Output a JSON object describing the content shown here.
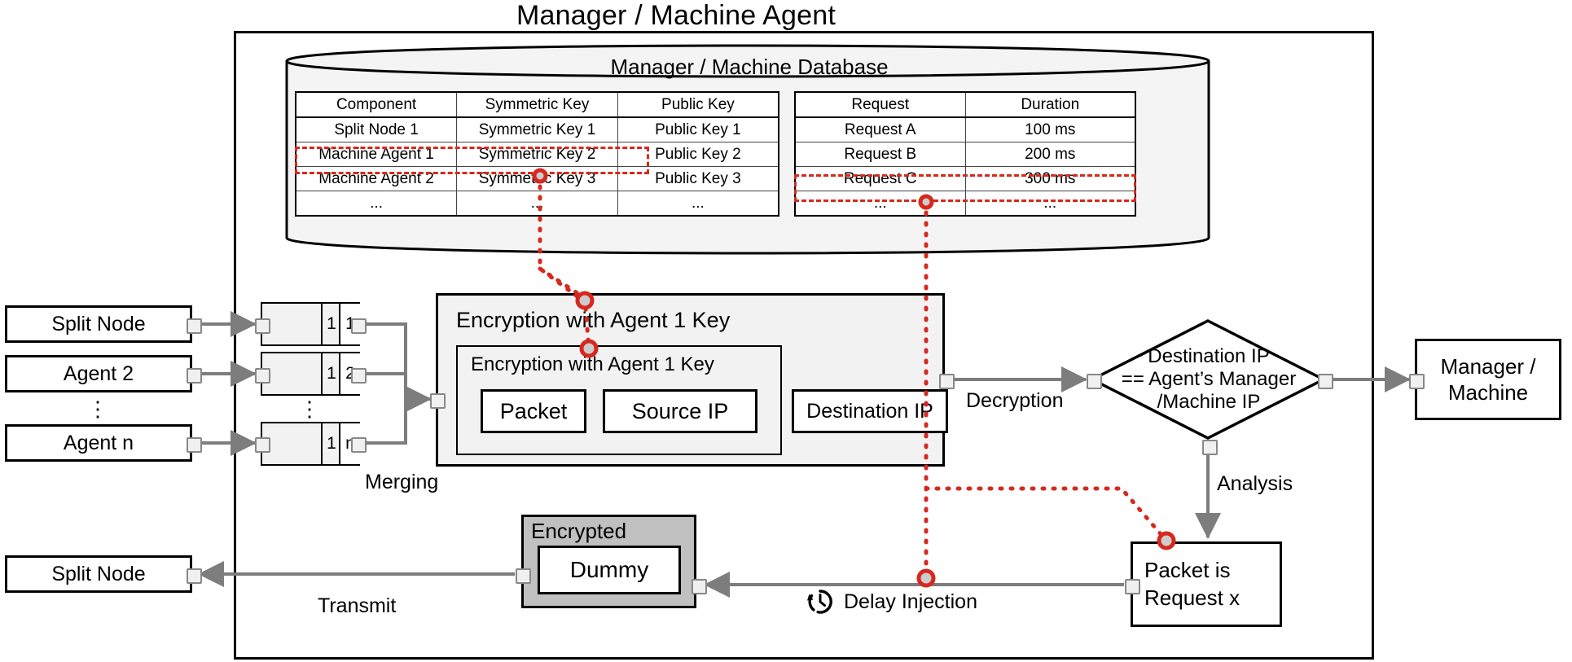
{
  "diagram": {
    "title": "Manager / Machine Agent",
    "database": {
      "label": "Manager / Machine Database",
      "key_table": {
        "headers": [
          "Component",
          "Symmetric Key",
          "Public Key"
        ],
        "rows": [
          [
            "Split Node 1",
            "Symmetric Key  1",
            "Public Key 1"
          ],
          [
            "Machine Agent 1",
            "Symmetric Key  2",
            "Public Key 2"
          ],
          [
            "Machine Agent 2",
            "Symmetric Key  3",
            "Public Key 3"
          ],
          [
            "...",
            "...",
            "..."
          ]
        ],
        "highlighted_row_index": 1
      },
      "request_table": {
        "headers": [
          "Request",
          "Duration"
        ],
        "rows": [
          [
            "Request A",
            "100 ms"
          ],
          [
            "Request B",
            "200 ms"
          ],
          [
            "Request C",
            "300 ms"
          ],
          [
            "...",
            "..."
          ]
        ],
        "highlighted_row_index": 2
      }
    },
    "sources": [
      {
        "label": "Split Node",
        "queue_index": "1",
        "queue_id": "1"
      },
      {
        "label": "Agent 2",
        "queue_index": "1",
        "queue_id": "2"
      },
      {
        "label": "Agent n",
        "queue_index": "1",
        "queue_id": "n"
      }
    ],
    "source_ellipsis": "⋮",
    "encryption": {
      "outer_label": "Encryption with Agent 1 Key",
      "inner_label": "Encryption with Agent 1 Key",
      "fields": [
        "Packet",
        "Source IP"
      ],
      "outer_field": "Destination IP"
    },
    "decision": {
      "line1": "Destination IP",
      "line2": "== Agent’s Manager",
      "line3": "/Machine IP"
    },
    "destination": {
      "line1": "Manager /",
      "line2": "Machine"
    },
    "analysis_box": {
      "line1": "Packet is",
      "line2": "Request x"
    },
    "dummy": {
      "outer_label": "Encrypted",
      "inner_label": "Dummy"
    },
    "transmit_target": "Split Node",
    "edge_labels": {
      "merging": "Merging",
      "decryption": "Decryption",
      "analysis": "Analysis",
      "transmit": "Transmit",
      "delay_injection": "Delay Injection"
    },
    "icons": {
      "clock": "clock-delay-icon"
    },
    "colors": {
      "highlight": "#d6281e",
      "stroke": "#000000",
      "connector": "#7d7d7d",
      "fill_light": "#f2f2f2",
      "fill_dark": "#c0c0c0"
    }
  }
}
